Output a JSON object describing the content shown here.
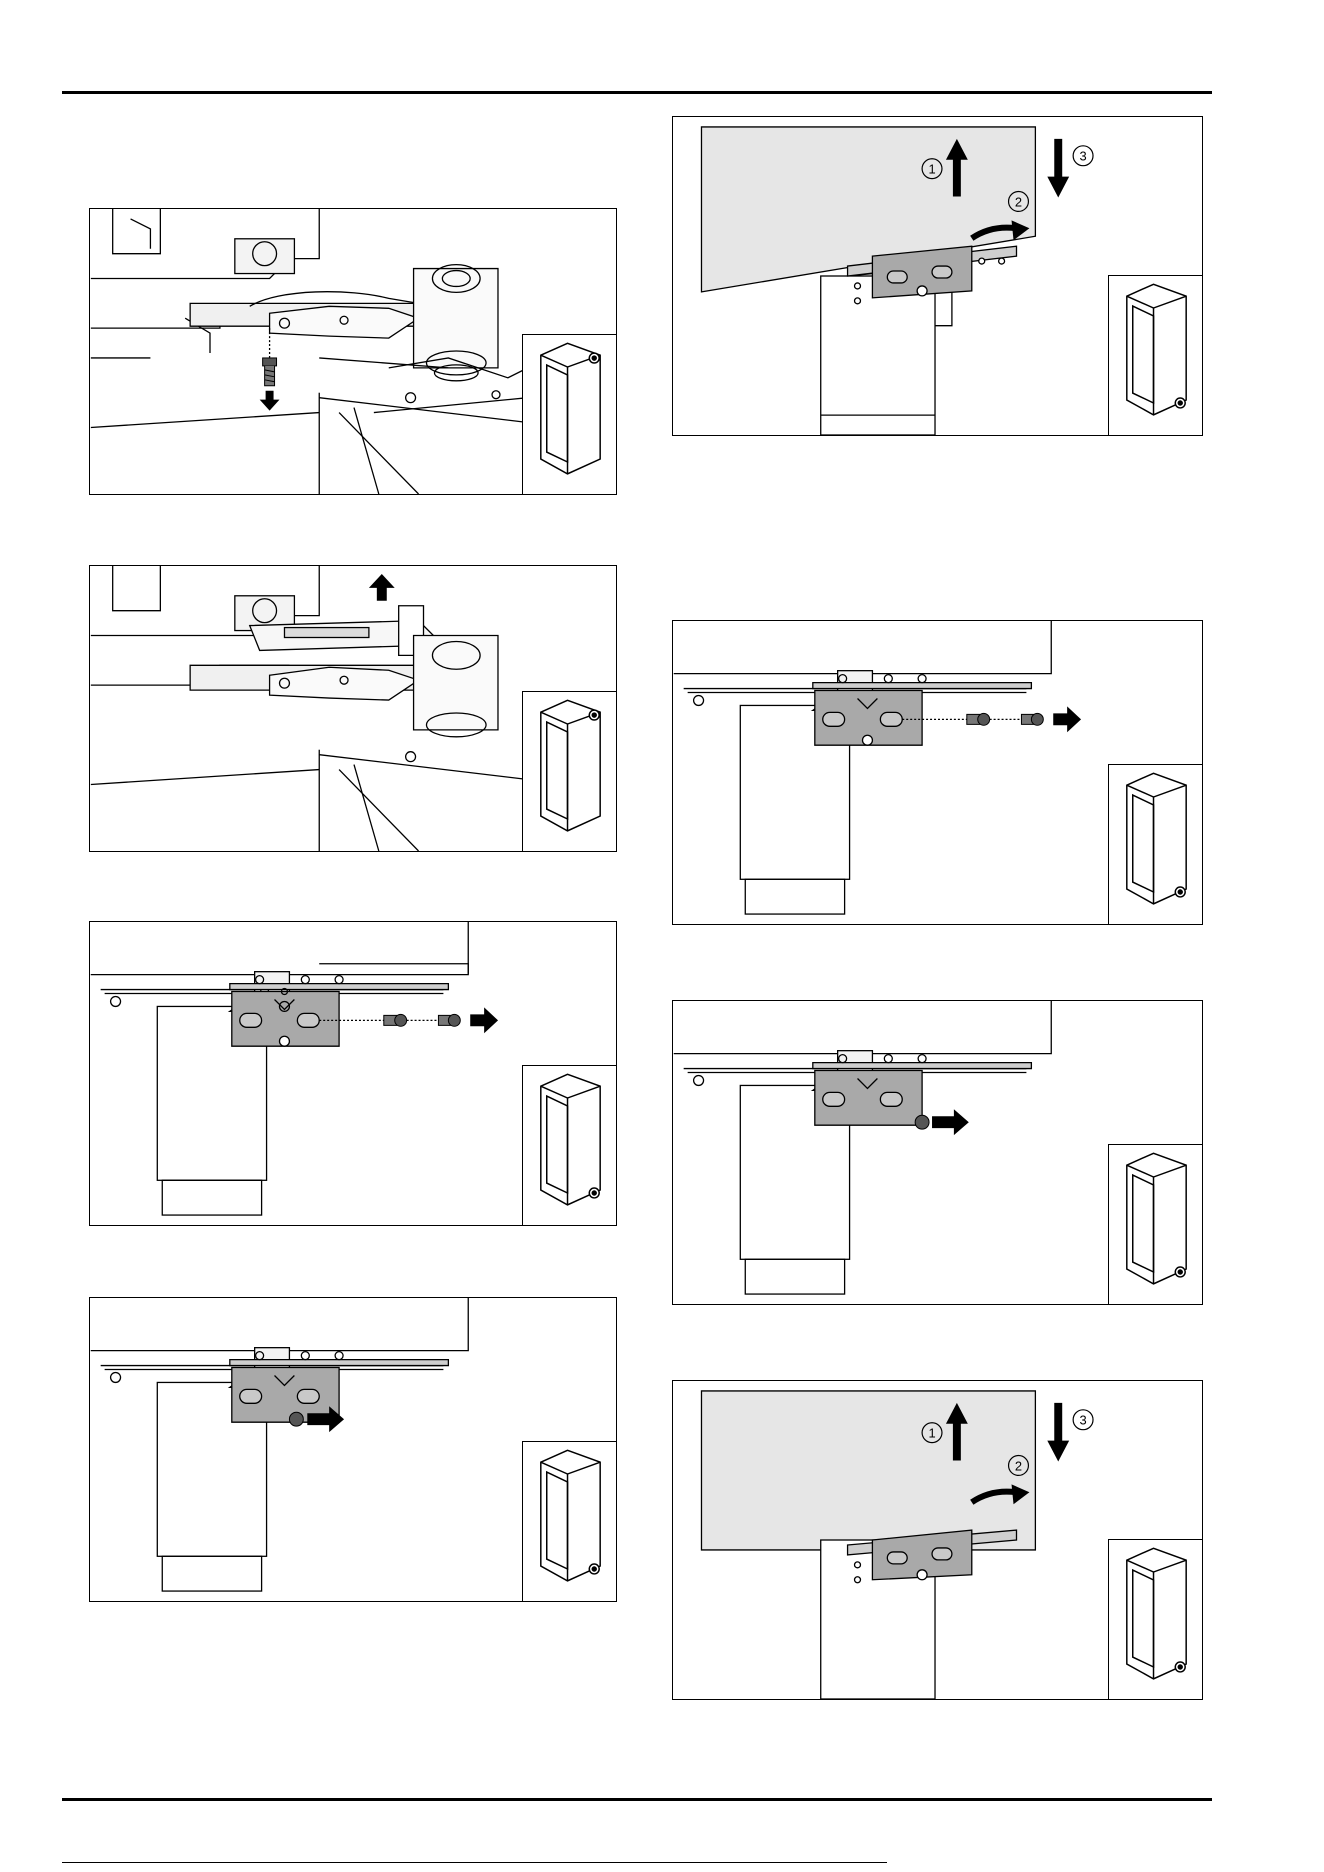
{
  "steps": [
    {
      "id": "left-1",
      "labels": []
    },
    {
      "id": "left-2",
      "labels": []
    },
    {
      "id": "left-3",
      "labels": []
    },
    {
      "id": "left-4",
      "labels": []
    },
    {
      "id": "right-1",
      "labels": [
        "1",
        "2",
        "3"
      ]
    },
    {
      "id": "right-2",
      "labels": []
    },
    {
      "id": "right-3",
      "labels": []
    },
    {
      "id": "right-4",
      "labels": [
        "1",
        "2",
        "3"
      ]
    }
  ],
  "callouts": {
    "right_1": {
      "one": "1",
      "two": "2",
      "three": "3"
    },
    "right_4": {
      "one": "1",
      "two": "2",
      "three": "3"
    }
  },
  "icons": {
    "fridge": "fridge-outline-icon",
    "arrow": "arrow-icon",
    "screw": "screw-icon"
  },
  "colors": {
    "line": "#000000",
    "door_fill": "#e6e6e6",
    "hinge_fill": "#a9a9a9",
    "panel_bg": "#ffffff"
  }
}
